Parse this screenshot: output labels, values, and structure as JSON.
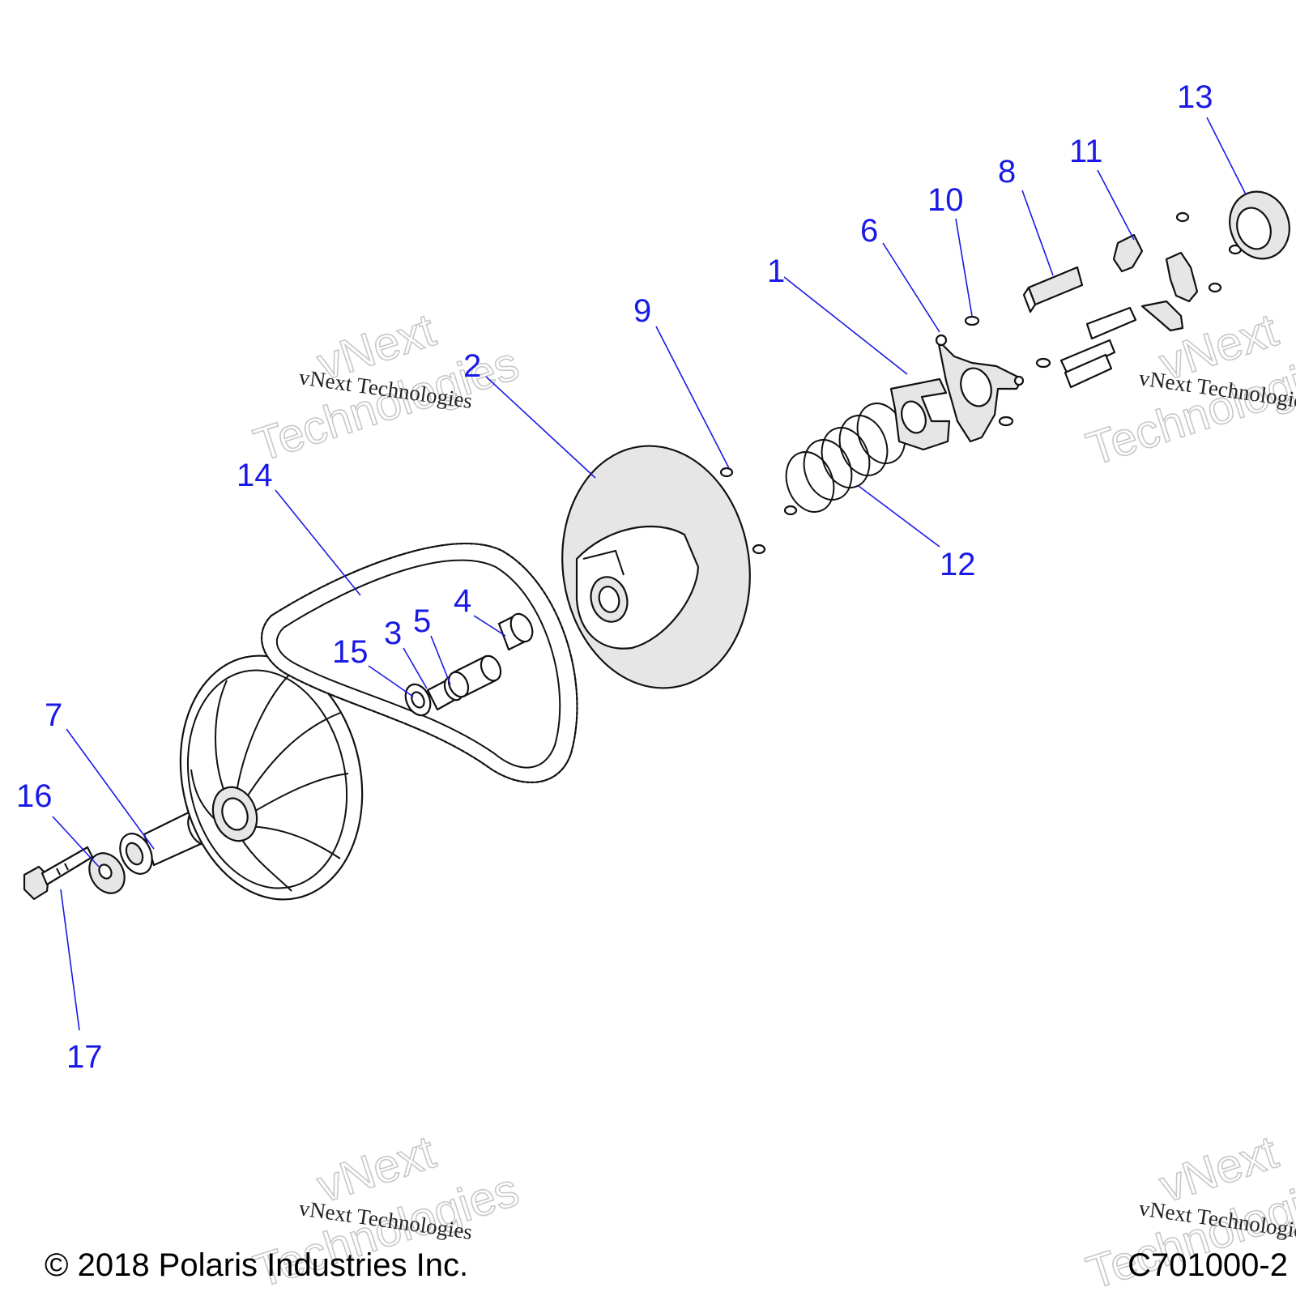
{
  "callouts": [
    {
      "num": "1"
    },
    {
      "num": "2"
    },
    {
      "num": "3"
    },
    {
      "num": "4"
    },
    {
      "num": "5"
    },
    {
      "num": "6"
    },
    {
      "num": "7"
    },
    {
      "num": "8"
    },
    {
      "num": "9"
    },
    {
      "num": "10"
    },
    {
      "num": "11"
    },
    {
      "num": "12"
    },
    {
      "num": "13"
    },
    {
      "num": "14"
    },
    {
      "num": "15"
    },
    {
      "num": "16"
    },
    {
      "num": "17"
    }
  ],
  "watermark": {
    "line1": "vNext",
    "line2": "Technologies",
    "small": "vNext Technologies"
  },
  "footer": {
    "copyright": "© 2018 Polaris Industries Inc.",
    "drawing_number": "C701000-2"
  },
  "colors": {
    "callout": "#1a1ae6",
    "part_fill": "#e6e6e6",
    "outline": "#111111",
    "watermark": "#c8c8c8"
  }
}
